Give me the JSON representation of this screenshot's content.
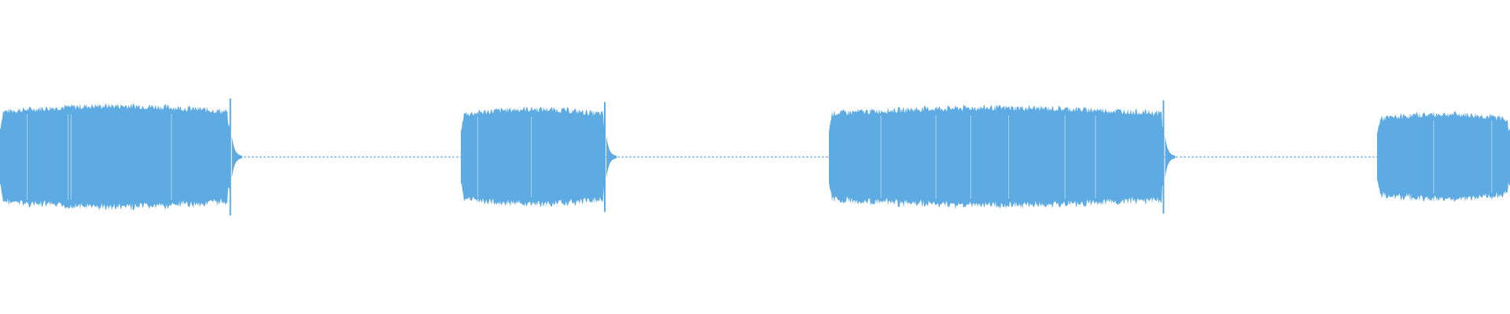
{
  "waveform": {
    "color": "#5DABE2",
    "background": "#FFFFFF",
    "duration_fraction_segments": [
      {
        "start": 0.0,
        "end": 0.152,
        "level": 0.8
      },
      {
        "start": 0.305,
        "end": 0.401,
        "level": 0.75
      },
      {
        "start": 0.549,
        "end": 0.771,
        "level": 0.77
      },
      {
        "start": 0.912,
        "end": 1.0,
        "level": 0.67
      }
    ],
    "transients": [
      {
        "position": 0.1525,
        "level": 0.98
      },
      {
        "position": 0.4005,
        "level": 0.92
      },
      {
        "position": 0.7705,
        "level": 0.95
      }
    ]
  }
}
